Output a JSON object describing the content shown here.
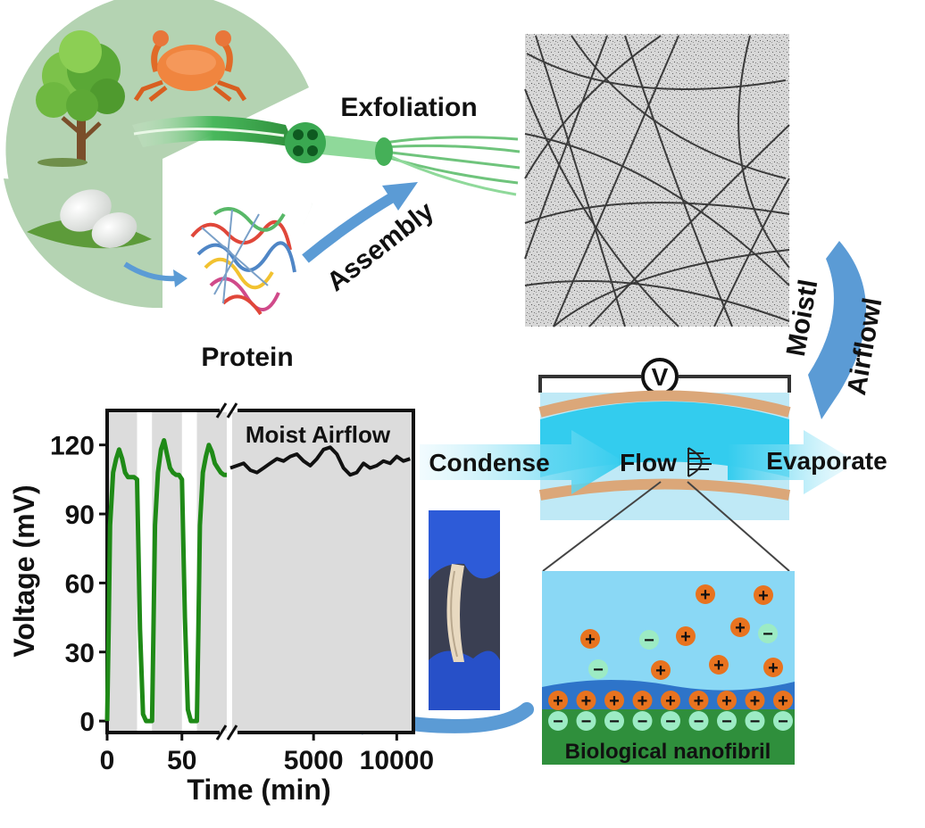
{
  "labels": {
    "exfoliation": "Exfoliation",
    "assembly": "Assembly",
    "protein": "Protein",
    "moist_airflow_arrow": [
      "Moistl",
      "Airflowl"
    ],
    "condense": "Condense",
    "flow": "Flow",
    "evaporate": "Evaporate",
    "voltmeter": "V",
    "biological_nanofibril": "Biological nanofibril",
    "plus_sign": "+",
    "minus_sign": "−"
  },
  "icons": {
    "tree": "tree-icon",
    "crab": "crab-icon",
    "cocoon": "silk-cocoon-icon",
    "fiber": "nanofiber-bundle-icon",
    "protein": "protein-structure-icon",
    "micrograph": "nanofibril-micrograph",
    "device": "flexible-device-photo"
  },
  "colors": {
    "source_circle": "#b4d3b2",
    "arrow_blue": "#5b9bd5",
    "fiber_green": "#3aa851",
    "channel_water": "#33ccee",
    "membrane_tan": "#dba779",
    "cation": "#e8731f",
    "anion": "#9cebc4",
    "nanofibril_green": "#2f8f3c",
    "curve_green": "#1f8a17",
    "curve_black": "#111111",
    "plot_shade": "#dcdcdc"
  },
  "chart_data": {
    "type": "line",
    "title": "",
    "xlabel": "Time (min)",
    "ylabel": "Voltage (mV)",
    "ylim": [
      -5,
      135
    ],
    "yticks": [
      0,
      30,
      60,
      90,
      120
    ],
    "broken_axis": true,
    "annotation": "Moist Airflow",
    "segments": [
      {
        "xlim": [
          0,
          80
        ],
        "xticks": [
          0,
          50
        ],
        "shaded_intervals": [
          [
            0,
            20
          ],
          [
            30,
            50
          ],
          [
            60,
            80
          ]
        ],
        "x": [
          0,
          1,
          2,
          4,
          6,
          8,
          10,
          12,
          14,
          16,
          18,
          20,
          22,
          24,
          26,
          28,
          30,
          31,
          32,
          34,
          36,
          38,
          40,
          42,
          44,
          46,
          48,
          50,
          52,
          54,
          56,
          58,
          60,
          61,
          62,
          64,
          66,
          68,
          70,
          72,
          74,
          76,
          78,
          80
        ],
        "y": [
          0,
          40,
          85,
          108,
          114,
          118,
          114,
          108,
          106,
          106,
          106,
          105,
          40,
          3,
          0,
          0,
          0,
          40,
          85,
          108,
          118,
          122,
          116,
          110,
          108,
          107,
          107,
          105,
          45,
          5,
          0,
          0,
          0,
          40,
          85,
          108,
          115,
          120,
          117,
          112,
          110,
          108,
          107,
          107
        ]
      },
      {
        "xlim": [
          0,
          11000
        ],
        "xticks": [
          5000,
          10000
        ],
        "shaded": true,
        "x": [
          0,
          400,
          800,
          1200,
          1600,
          2000,
          2400,
          2800,
          3200,
          3600,
          4000,
          4400,
          4800,
          5200,
          5600,
          6000,
          6400,
          6800,
          7200,
          7600,
          8000,
          8400,
          8800,
          9200,
          9600,
          10000,
          10400,
          10800
        ],
        "y": [
          110,
          111,
          112,
          109,
          108,
          110,
          112,
          114,
          113,
          115,
          116,
          113,
          111,
          114,
          118,
          119,
          116,
          110,
          107,
          108,
          112,
          110,
          111,
          113,
          112,
          115,
          113,
          114
        ]
      }
    ]
  }
}
